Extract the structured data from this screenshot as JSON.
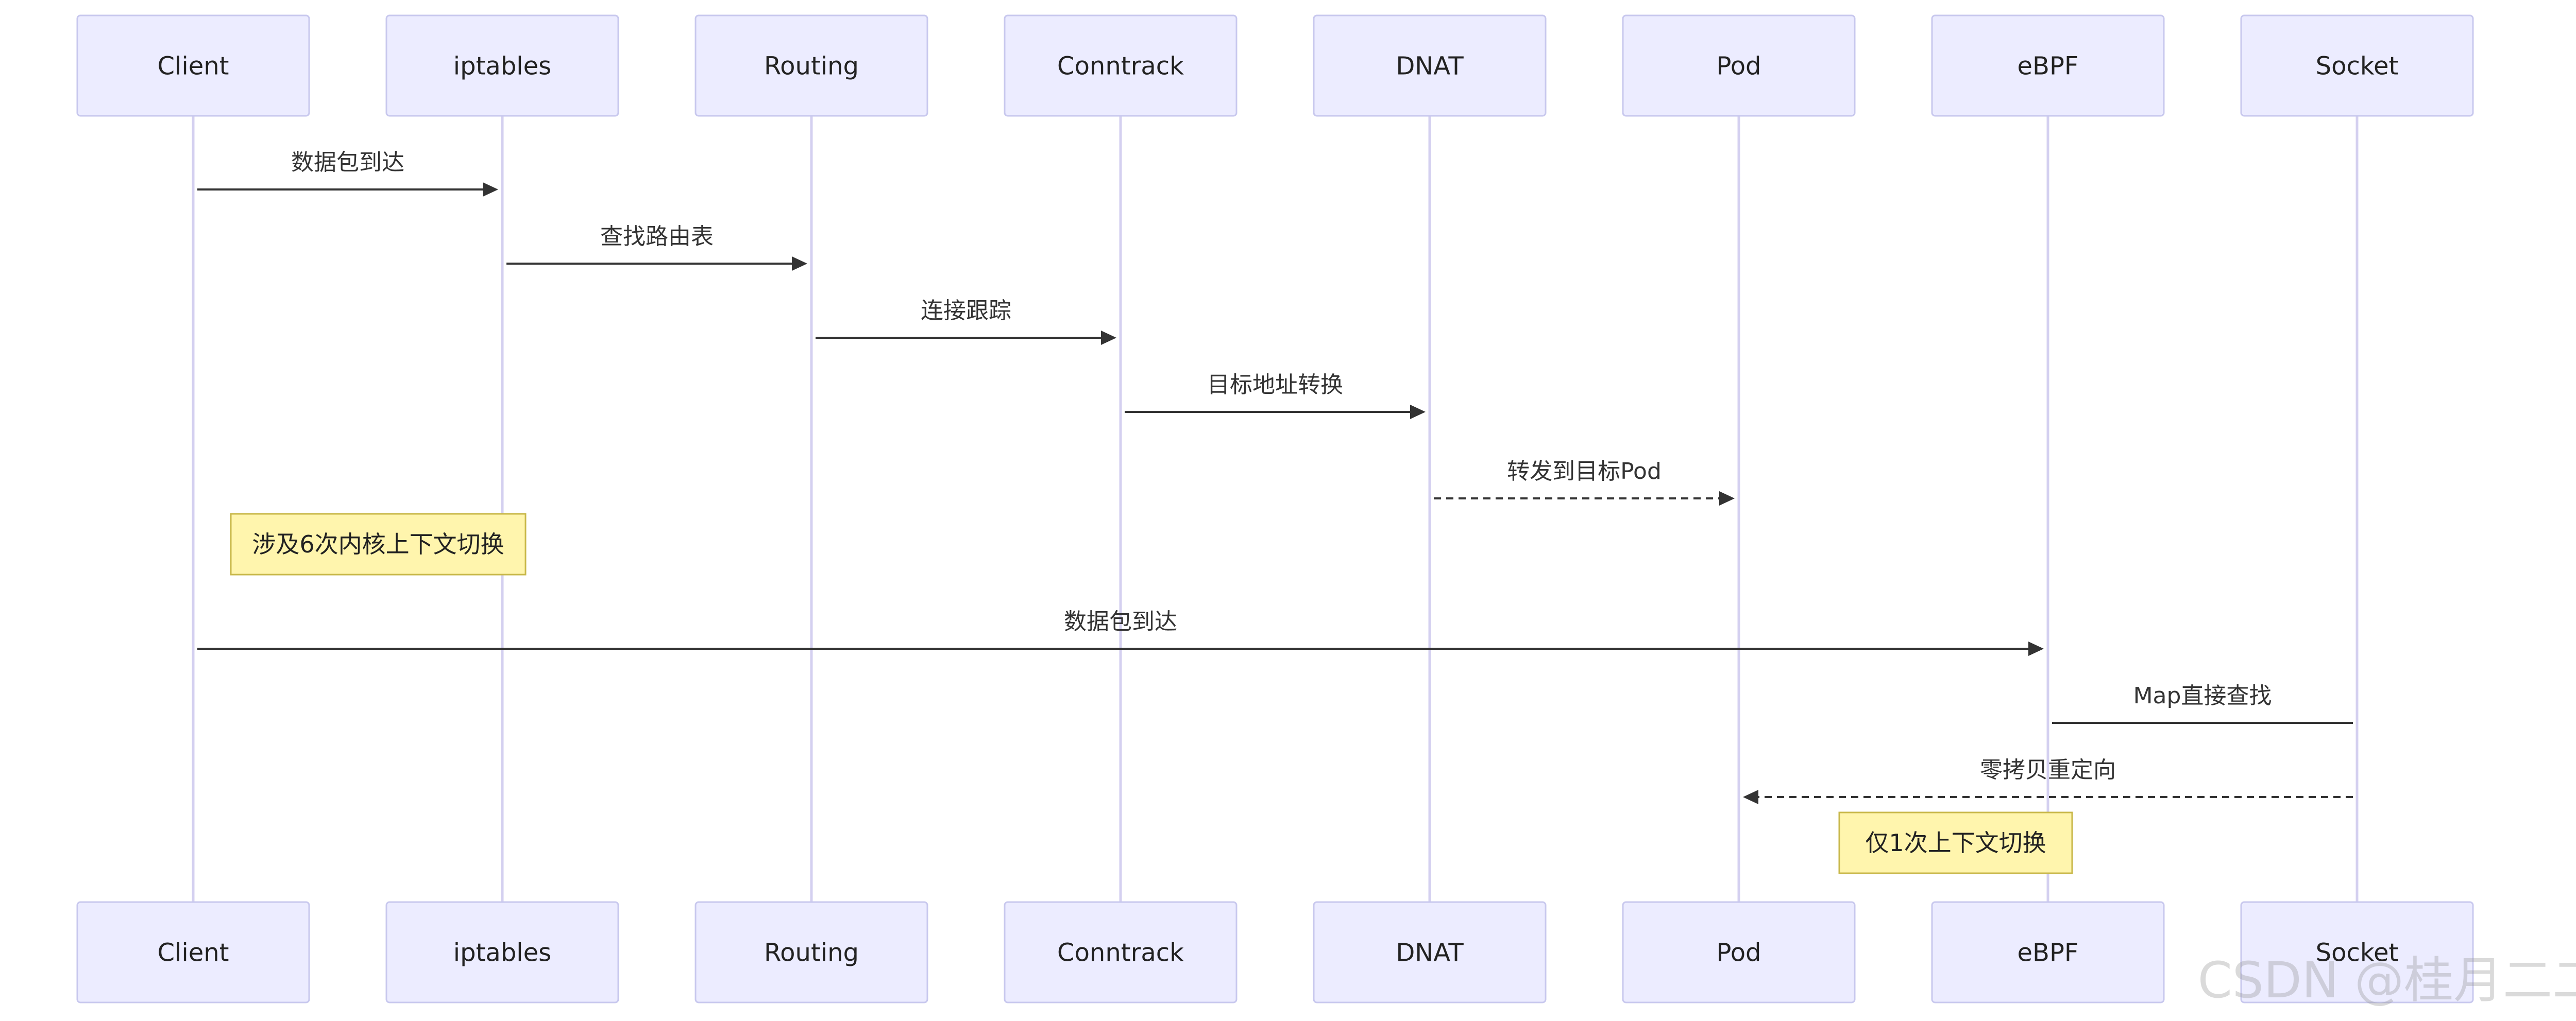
{
  "diagram": {
    "actors": [
      "Client",
      "iptables",
      "Routing",
      "Conntrack",
      "DNAT",
      "Pod",
      "eBPF",
      "Socket"
    ],
    "messages": [
      {
        "from": 0,
        "to": 1,
        "text": "数据包到达",
        "style": "solid",
        "arrow": true
      },
      {
        "from": 1,
        "to": 2,
        "text": "查找路由表",
        "style": "solid",
        "arrow": true
      },
      {
        "from": 2,
        "to": 3,
        "text": "连接跟踪",
        "style": "solid",
        "arrow": true
      },
      {
        "from": 3,
        "to": 4,
        "text": "目标地址转换",
        "style": "solid",
        "arrow": true
      },
      {
        "from": 4,
        "to": 5,
        "text": "转发到目标Pod",
        "style": "dashed",
        "arrow": true
      },
      {
        "from": 0,
        "to": 6,
        "text": "数据包到达",
        "style": "solid",
        "arrow": true
      },
      {
        "from": 7,
        "to": 6,
        "text": "Map直接查找",
        "style": "solid",
        "arrow": false
      },
      {
        "from": 7,
        "to": 5,
        "text": "零拷贝重定向",
        "style": "dashed",
        "arrow": true
      }
    ],
    "notes": [
      {
        "text": "涉及6次内核上下文切换"
      },
      {
        "text": "仅1次上下文切换"
      }
    ]
  },
  "watermark": "CSDN @桂月二二",
  "colors": {
    "actor_fill": "#ececff",
    "actor_stroke": "#c8c8ee",
    "lifeline": "#d4d0f0",
    "note_fill": "#fff5ad",
    "note_stroke": "#c8b84a",
    "line": "#333333"
  }
}
